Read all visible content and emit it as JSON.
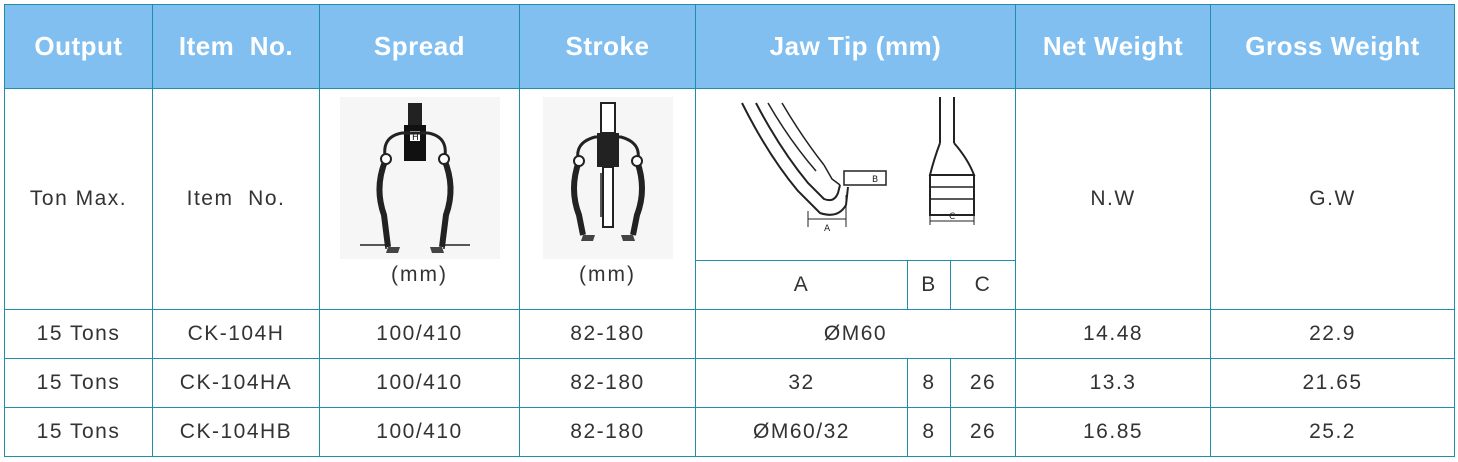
{
  "header": {
    "output": "Output",
    "item_no": "Item  No.",
    "spread": "Spread",
    "stroke": "Stroke",
    "jaw_tip": "Jaw Tip (mm)",
    "net_weight": "Net Weight",
    "gross_weight": "Gross Weight"
  },
  "subheader": {
    "output": "Ton Max.",
    "item_no": "Item  No.",
    "spread_unit": "(mm)",
    "stroke_unit": "(mm)",
    "jaw_a": "A",
    "jaw_b": "B",
    "jaw_c": "C",
    "net_weight": "N.W",
    "gross_weight": "G.W",
    "diagram_label_a": "A",
    "diagram_label_b": "B",
    "diagram_label_c": "C"
  },
  "rows": [
    {
      "output": "15 Tons",
      "item_no": "CK-104H",
      "spread": "100/410",
      "stroke": "82-180",
      "jaw_tip": "ØM60",
      "nw": "14.48",
      "gw": "22.9"
    },
    {
      "output": "15 Tons",
      "item_no": "CK-104HA",
      "spread": "100/410",
      "stroke": "82-180",
      "jaw_a": "32",
      "jaw_b": "8",
      "jaw_c": "26",
      "nw": "13.3",
      "gw": "21.65"
    },
    {
      "output": "15 Tons",
      "item_no": "CK-104HB",
      "spread": "100/410",
      "stroke": "82-180",
      "jaw_a": "ØM60/32",
      "jaw_b": "8",
      "jaw_c": "26",
      "nw": "16.85",
      "gw": "25.2"
    }
  ],
  "icons": {
    "spread_diagram": "puller-spread-diagram",
    "stroke_diagram": "puller-stroke-diagram",
    "jaw_tip_diagram": "jaw-tip-dimension-diagram"
  },
  "colors": {
    "header_bg": "#81bff0",
    "border": "#1f8ea8",
    "text": "#333333"
  }
}
